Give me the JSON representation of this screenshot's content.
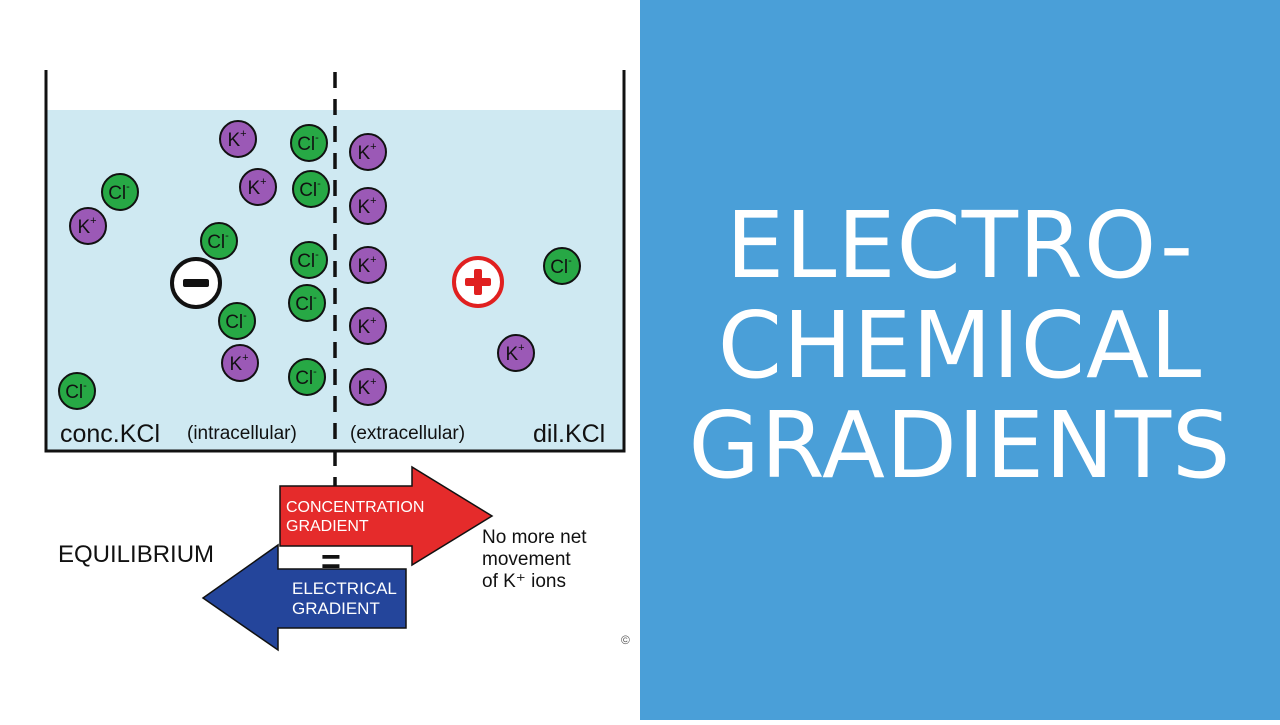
{
  "diagram": {
    "ions": [
      {
        "label": "K+",
        "kind": "k"
      },
      {
        "label": "Cl-",
        "kind": "cl"
      },
      {
        "label": "K+",
        "kind": "k"
      },
      {
        "label": "Cl-",
        "kind": "cl"
      },
      {
        "label": "K+",
        "kind": "k"
      },
      {
        "label": "Cl-",
        "kind": "cl"
      },
      {
        "label": "Cl-",
        "kind": "cl"
      },
      {
        "label": "Cl-",
        "kind": "cl"
      },
      {
        "label": "Cl-",
        "kind": "cl"
      },
      {
        "label": "Cl-",
        "kind": "cl"
      },
      {
        "label": "K+",
        "kind": "k"
      },
      {
        "label": "Cl-",
        "kind": "cl"
      },
      {
        "label": "Cl-",
        "kind": "cl"
      },
      {
        "label": "K+",
        "kind": "k"
      },
      {
        "label": "K+",
        "kind": "k"
      },
      {
        "label": "K+",
        "kind": "k"
      },
      {
        "label": "K+",
        "kind": "k"
      },
      {
        "label": "K+",
        "kind": "k"
      },
      {
        "label": "Cl-",
        "kind": "cl"
      },
      {
        "label": "K+",
        "kind": "k"
      }
    ],
    "label_conc": "conc.KCl",
    "label_intra": "(intracellular)",
    "label_extra": "(extracellular)",
    "label_dil": "dil.KCl",
    "equilibrium": "EQUILIBRIUM",
    "conc_line1": "CONCENTRATION",
    "conc_line2": "GRADIENT",
    "equals": "=",
    "elec_line1": "ELECTRICAL",
    "elec_line2": "GRADIENT",
    "net_line1": "No more net",
    "net_line2": "movement",
    "net_line3": "of K⁺ ions",
    "copyright": "©"
  },
  "title": {
    "line1": "ELECTRO-",
    "line2": "CHEMICAL",
    "line3": "GRADIENTS"
  },
  "colors": {
    "panel": "#4a9fd8",
    "water": "#cfe9f2",
    "k_ion": "#9b59b6",
    "cl_ion": "#27a845",
    "conc_arrow": "#e52b2b",
    "elec_arrow": "#24459b",
    "plus": "#e02020"
  }
}
